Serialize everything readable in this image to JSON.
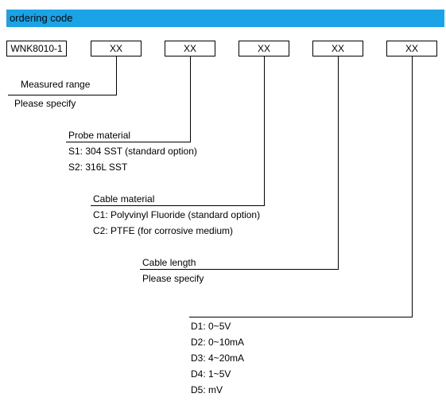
{
  "header": {
    "title": "ordering code"
  },
  "base_code": "WNK8010-1",
  "code_boxes": [
    "XX",
    "XX",
    "XX",
    "XX",
    "XX"
  ],
  "sections": [
    {
      "title": "Measured range",
      "options": [
        "Please specify"
      ]
    },
    {
      "title": "Probe material",
      "options": [
        "S1: 304 SST (standard option)",
        "S2: 316L SST"
      ]
    },
    {
      "title": "Cable material",
      "options": [
        "C1: Polyvinyl Fluoride (standard option)",
        "C2: PTFE (for corrosive medium)"
      ]
    },
    {
      "title": "Cable length",
      "options": [
        "Please specify"
      ]
    },
    {
      "title": "",
      "options": [
        "D1: 0~5V",
        "D2: 0~10mA",
        "D3: 4~20mA",
        "D4: 1~5V",
        "D5: mV"
      ]
    }
  ],
  "colors": {
    "header_bar": "#1aa3e6",
    "lines": "#000000"
  }
}
